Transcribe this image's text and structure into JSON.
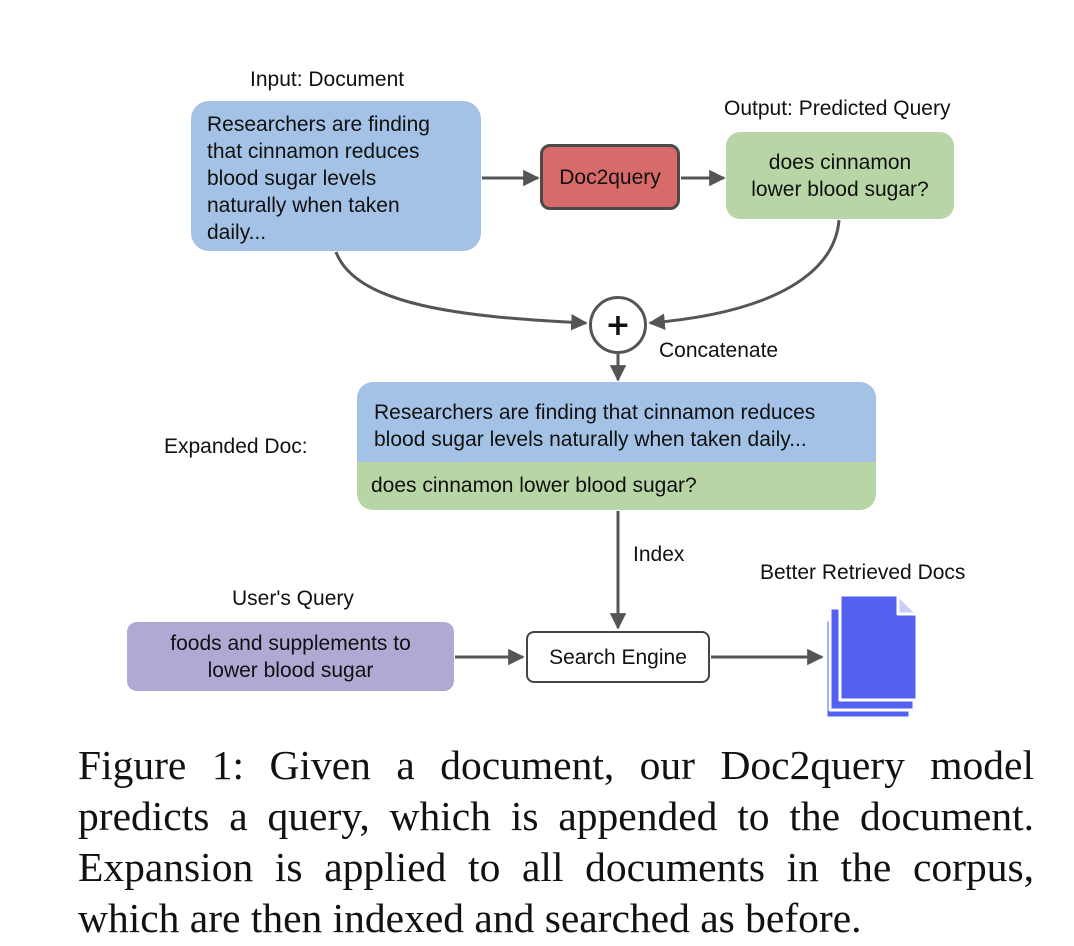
{
  "diagram": {
    "input_label": "Input: Document",
    "input_doc": [
      "Researchers are finding",
      "that cinnamon reduces",
      "blood sugar levels",
      "naturally when taken",
      "daily..."
    ],
    "doc2query_label": "Doc2query",
    "output_label": "Output: Predicted Query",
    "predicted_query": [
      "does cinnamon",
      "lower blood sugar?"
    ],
    "plus_symbol": "+",
    "concatenate_label": "Concatenate",
    "expanded_label": "Expanded Doc:",
    "expanded_doc": [
      "Researchers are finding that cinnamon reduces",
      "blood sugar levels naturally when taken daily..."
    ],
    "expanded_query": "does cinnamon lower blood sugar?",
    "index_label": "Index",
    "users_query_label": "User's Query",
    "users_query": [
      "foods and supplements to",
      "lower blood sugar"
    ],
    "search_engine_label": "Search Engine",
    "retrieved_label": "Better Retrieved Docs",
    "docs_icon": "documents-icon",
    "colors": {
      "doc_blue": "#a4c2e6",
      "model_red": "#d86a6a",
      "query_green": "#b8d5a5",
      "user_purple": "#b1a8d4",
      "docs_icon_blue": "#5461f0",
      "arrow_gray": "#555555"
    }
  },
  "caption": {
    "lines": [
      "Figure 1:  Given a document, our Doc2query model",
      "predicts a query, which is appended to the document.",
      "Expansion is applied to all documents in the corpus,",
      "which are then indexed and searched as before."
    ]
  }
}
